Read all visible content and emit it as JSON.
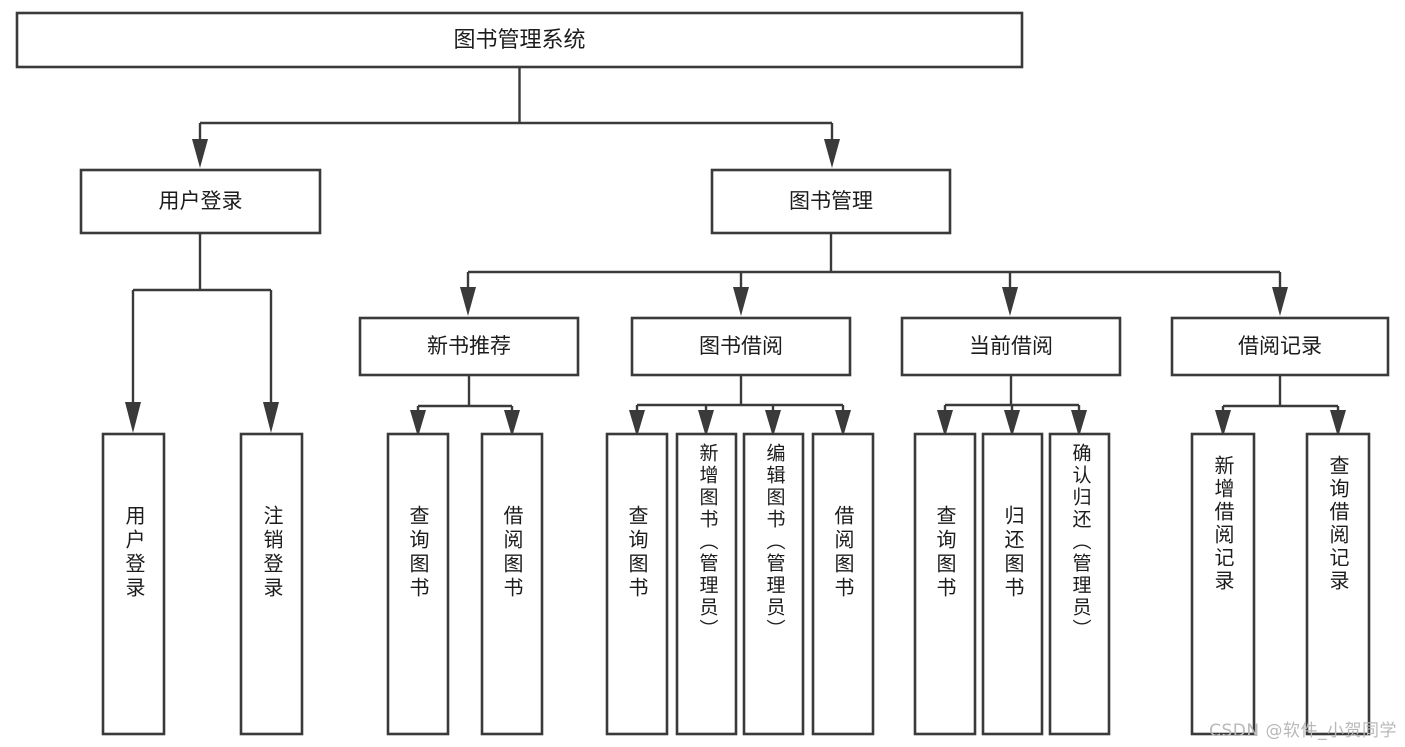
{
  "diagram": {
    "type": "tree-hierarchy",
    "title": "图书管理系统",
    "watermark": "CSDN @软件_小贺同学",
    "colors": {
      "box_stroke": "#3a3a3a",
      "box_fill": "#ffffff",
      "text": "#1c1c1c",
      "connector": "#3a3a3a",
      "watermark": "#b9b9b9",
      "background": "#ffffff"
    },
    "root": {
      "id": "root",
      "label": "图书管理系统"
    },
    "level2": [
      {
        "id": "user-login",
        "label": "用户登录"
      },
      {
        "id": "book-management",
        "label": "图书管理"
      }
    ],
    "level3": [
      {
        "id": "new-book-recommend",
        "label": "新书推荐",
        "parent": "book-management"
      },
      {
        "id": "book-borrow",
        "label": "图书借阅",
        "parent": "book-management"
      },
      {
        "id": "current-borrow",
        "label": "当前借阅",
        "parent": "book-management"
      },
      {
        "id": "borrow-record",
        "label": "借阅记录",
        "parent": "book-management"
      }
    ],
    "leaves": [
      {
        "id": "leaf-user-login",
        "label": "用户登录",
        "parent": "user-login"
      },
      {
        "id": "leaf-logout-login",
        "label": "注销登录",
        "parent": "user-login"
      },
      {
        "id": "leaf-query-book-1",
        "label": "查询图书",
        "parent": "new-book-recommend"
      },
      {
        "id": "leaf-borrow-book-1",
        "label": "借阅图书",
        "parent": "new-book-recommend"
      },
      {
        "id": "leaf-query-book-2",
        "label": "查询图书",
        "parent": "book-borrow"
      },
      {
        "id": "leaf-add-book",
        "label": "新增图书（管理员）",
        "parent": "book-borrow"
      },
      {
        "id": "leaf-edit-book",
        "label": "编辑图书（管理员）",
        "parent": "book-borrow"
      },
      {
        "id": "leaf-borrow-book-2",
        "label": "借阅图书",
        "parent": "book-borrow"
      },
      {
        "id": "leaf-query-book-3",
        "label": "查询图书",
        "parent": "current-borrow"
      },
      {
        "id": "leaf-return-book",
        "label": "归还图书",
        "parent": "current-borrow"
      },
      {
        "id": "leaf-confirm-return",
        "label": "确认归还（管理员）",
        "parent": "current-borrow"
      },
      {
        "id": "leaf-add-record",
        "label": "新增借阅记录",
        "parent": "borrow-record"
      },
      {
        "id": "leaf-query-record",
        "label": "查询借阅记录",
        "parent": "borrow-record"
      }
    ]
  }
}
